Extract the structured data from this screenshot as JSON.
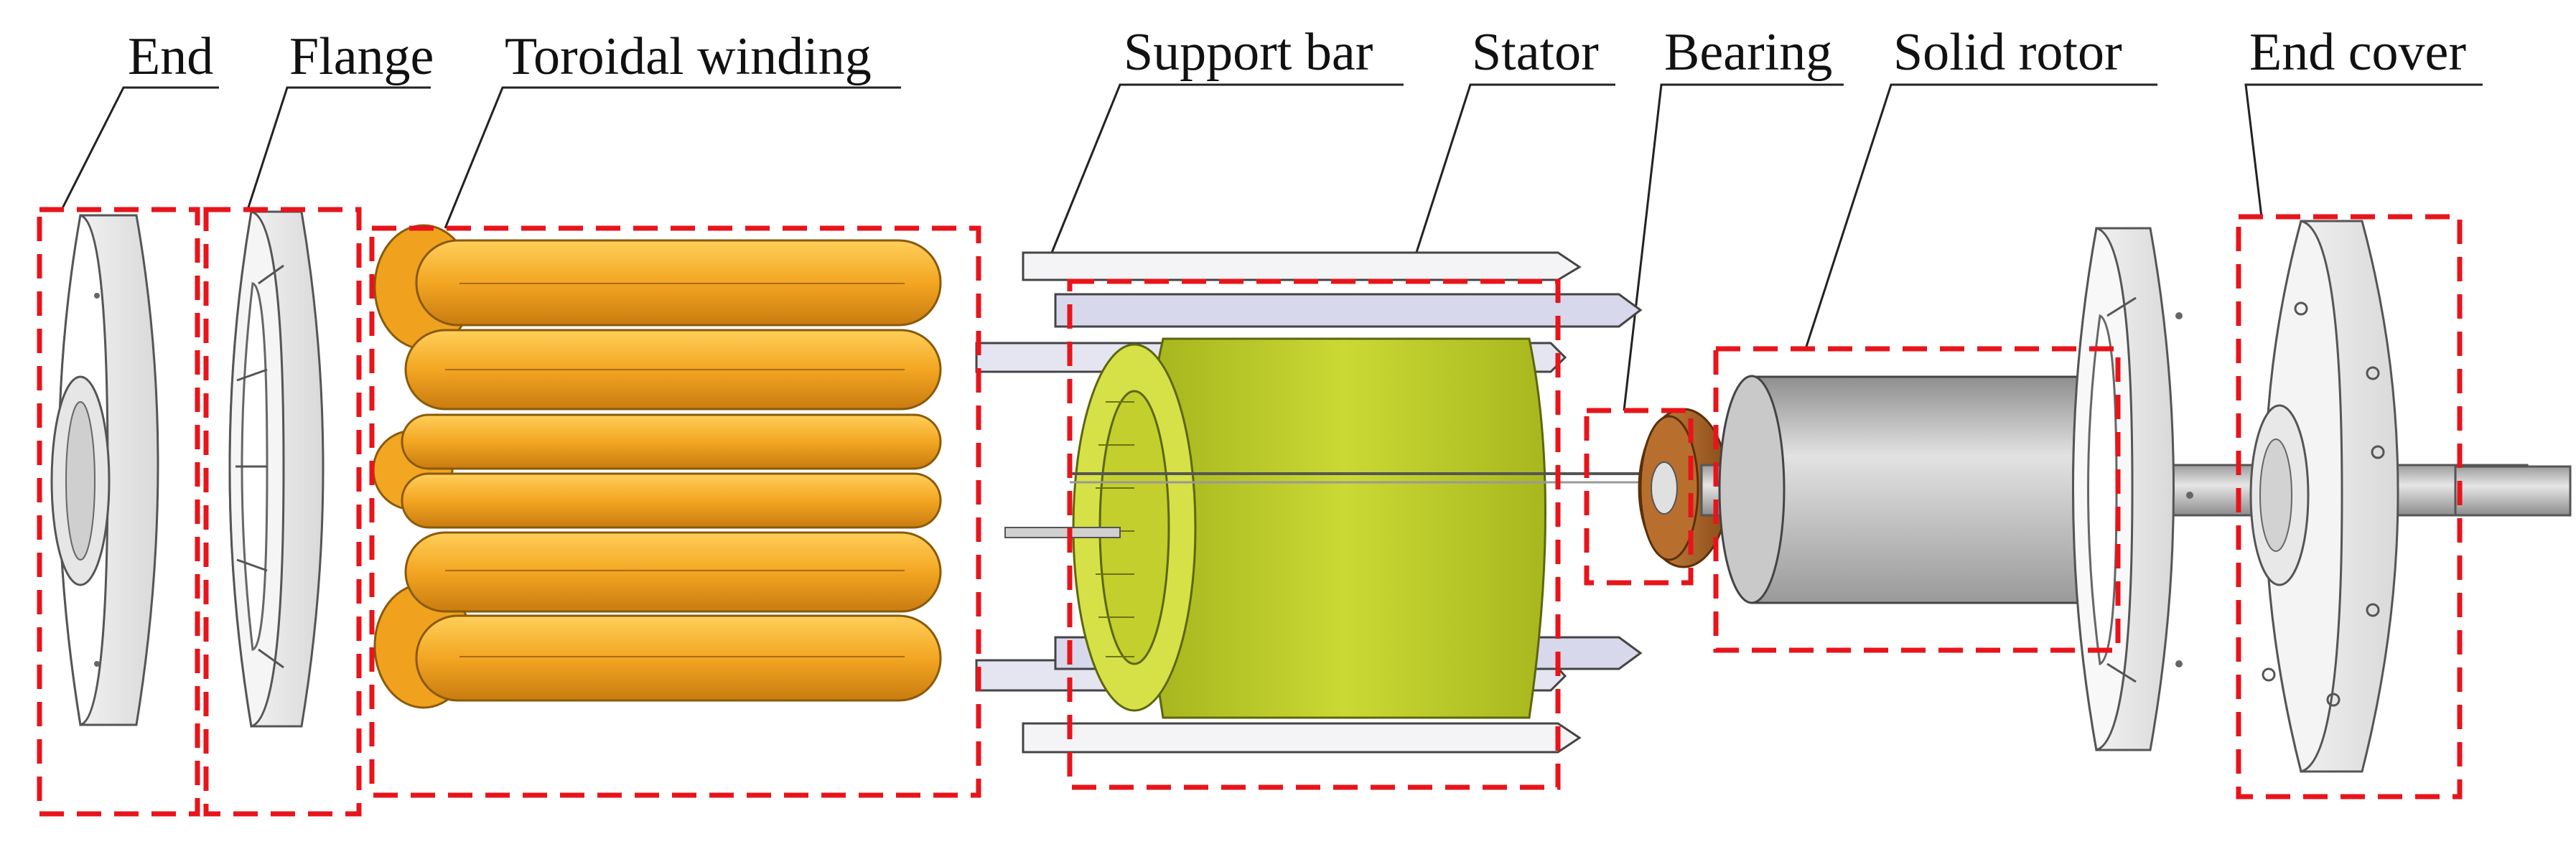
{
  "labels": {
    "end": "End",
    "flange": "Flange",
    "toroidal_winding": "Toroidal winding",
    "support_bar": "Support bar",
    "stator": "Stator",
    "bearing": "Bearing",
    "solid_rotor": "Solid rotor",
    "end_cover": "End cover"
  },
  "colors": {
    "highlight_box": "#e8141b",
    "winding": "#f0a21e",
    "stator_core": "#c6d42a",
    "bearing": "#a8662a",
    "rotor": "#bdbdbd",
    "support_bar": "#d7d8ec",
    "plate": "#ececec"
  }
}
